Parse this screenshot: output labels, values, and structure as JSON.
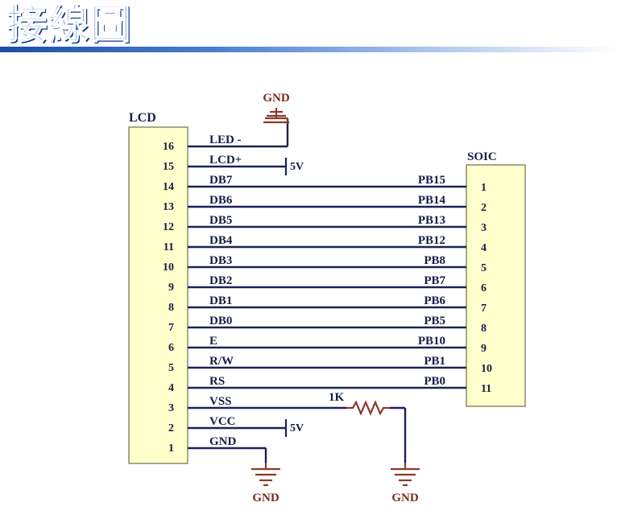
{
  "title": "接線圖",
  "colors": {
    "title_blue": "#2a63c9",
    "chip_fill": "#ffffcc",
    "wire": "#1a2255",
    "gnd_symbol": "#8a3a2a",
    "label_text": "#161e46"
  },
  "lcd": {
    "name": "LCD",
    "pins": [
      {
        "num": "16",
        "signal": "LED -"
      },
      {
        "num": "15",
        "signal": "LCD+"
      },
      {
        "num": "14",
        "signal": "DB7"
      },
      {
        "num": "13",
        "signal": "DB6"
      },
      {
        "num": "12",
        "signal": "DB5"
      },
      {
        "num": "11",
        "signal": "DB4"
      },
      {
        "num": "10",
        "signal": "DB3"
      },
      {
        "num": "9",
        "signal": "DB2"
      },
      {
        "num": "8",
        "signal": "DB1"
      },
      {
        "num": "7",
        "signal": "DB0"
      },
      {
        "num": "6",
        "signal": "E"
      },
      {
        "num": "5",
        "signal": "R/W"
      },
      {
        "num": "4",
        "signal": "RS"
      },
      {
        "num": "3",
        "signal": "VSS"
      },
      {
        "num": "2",
        "signal": "VCC"
      },
      {
        "num": "1",
        "signal": "GND"
      }
    ]
  },
  "soic": {
    "name": "SOIC",
    "pins": [
      {
        "num": "1",
        "port": "PB15"
      },
      {
        "num": "2",
        "port": "PB14"
      },
      {
        "num": "3",
        "port": "PB13"
      },
      {
        "num": "4",
        "port": "PB12"
      },
      {
        "num": "5",
        "port": "PB8"
      },
      {
        "num": "6",
        "port": "PB7"
      },
      {
        "num": "7",
        "port": "PB6"
      },
      {
        "num": "8",
        "port": "PB5"
      },
      {
        "num": "9",
        "port": "PB10"
      },
      {
        "num": "10",
        "port": "PB1"
      },
      {
        "num": "11",
        "port": "PB0"
      }
    ]
  },
  "power": {
    "gnd_label": "GND",
    "vcc_label": "5V",
    "resistor_label": "1K"
  }
}
